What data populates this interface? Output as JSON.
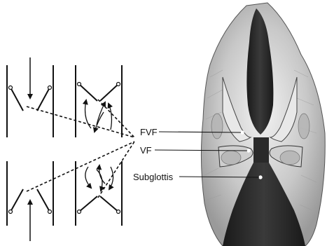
{
  "labels": {
    "fvf": "FVF",
    "vf": "VF",
    "subglottis": "Subglottis"
  },
  "colors": {
    "ink": "#111111",
    "tissue_dark": "#2b2b2b",
    "tissue_mid": "#8a8a8a",
    "tissue_light": "#d6d6d6",
    "background": "#ffffff"
  }
}
